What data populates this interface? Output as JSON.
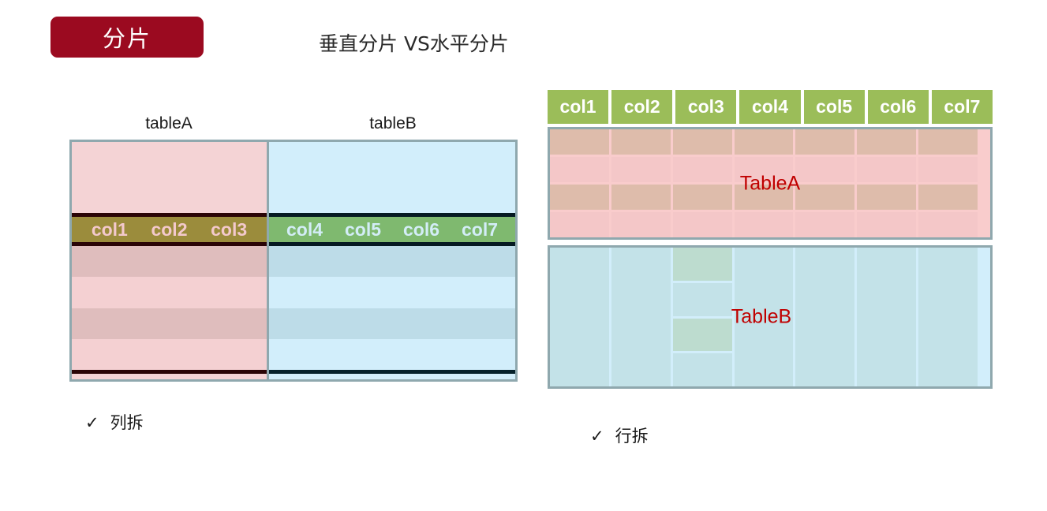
{
  "header": {
    "badge_label": "分片",
    "badge_color": "#9b0a20",
    "subtitle": "垂直分片 VS水平分片"
  },
  "vertical_sharding": {
    "caption_left": "tableA",
    "caption_right": "tableB",
    "tableA": {
      "columns": [
        "col1",
        "col2",
        "col3"
      ],
      "band_color": "#9b8c3c",
      "band_text_color": "#f3c9cc",
      "fill_color": "#f4d3d5",
      "row_count": 4
    },
    "tableB": {
      "columns": [
        "col4",
        "col5",
        "col6",
        "col7"
      ],
      "band_color": "#7fb96f",
      "band_text_color": "#d3edf7",
      "fill_color": "#d2eefb",
      "row_count": 4
    },
    "note": {
      "check": "✓",
      "text": "列拆"
    }
  },
  "horizontal_sharding": {
    "columns": [
      "col1",
      "col2",
      "col3",
      "col4",
      "col5",
      "col6",
      "col7"
    ],
    "header_color": "#9bbd59",
    "header_text_color": "#ffffff",
    "blocks": [
      {
        "label": "TableA",
        "label_color": "#c00000",
        "fill_color": "#f9cccc",
        "cell_colors": [
          "#debcab",
          "#f4c7c8"
        ],
        "row_count": 4
      },
      {
        "label": "TableB",
        "label_color": "#c00000",
        "fill_color": "#d2eefb",
        "cell_colors": [
          "#c3e2e8",
          "#bddccf"
        ],
        "highlight_column": 3,
        "row_count": 4
      }
    ],
    "note": {
      "check": "✓",
      "text": "行拆"
    }
  }
}
